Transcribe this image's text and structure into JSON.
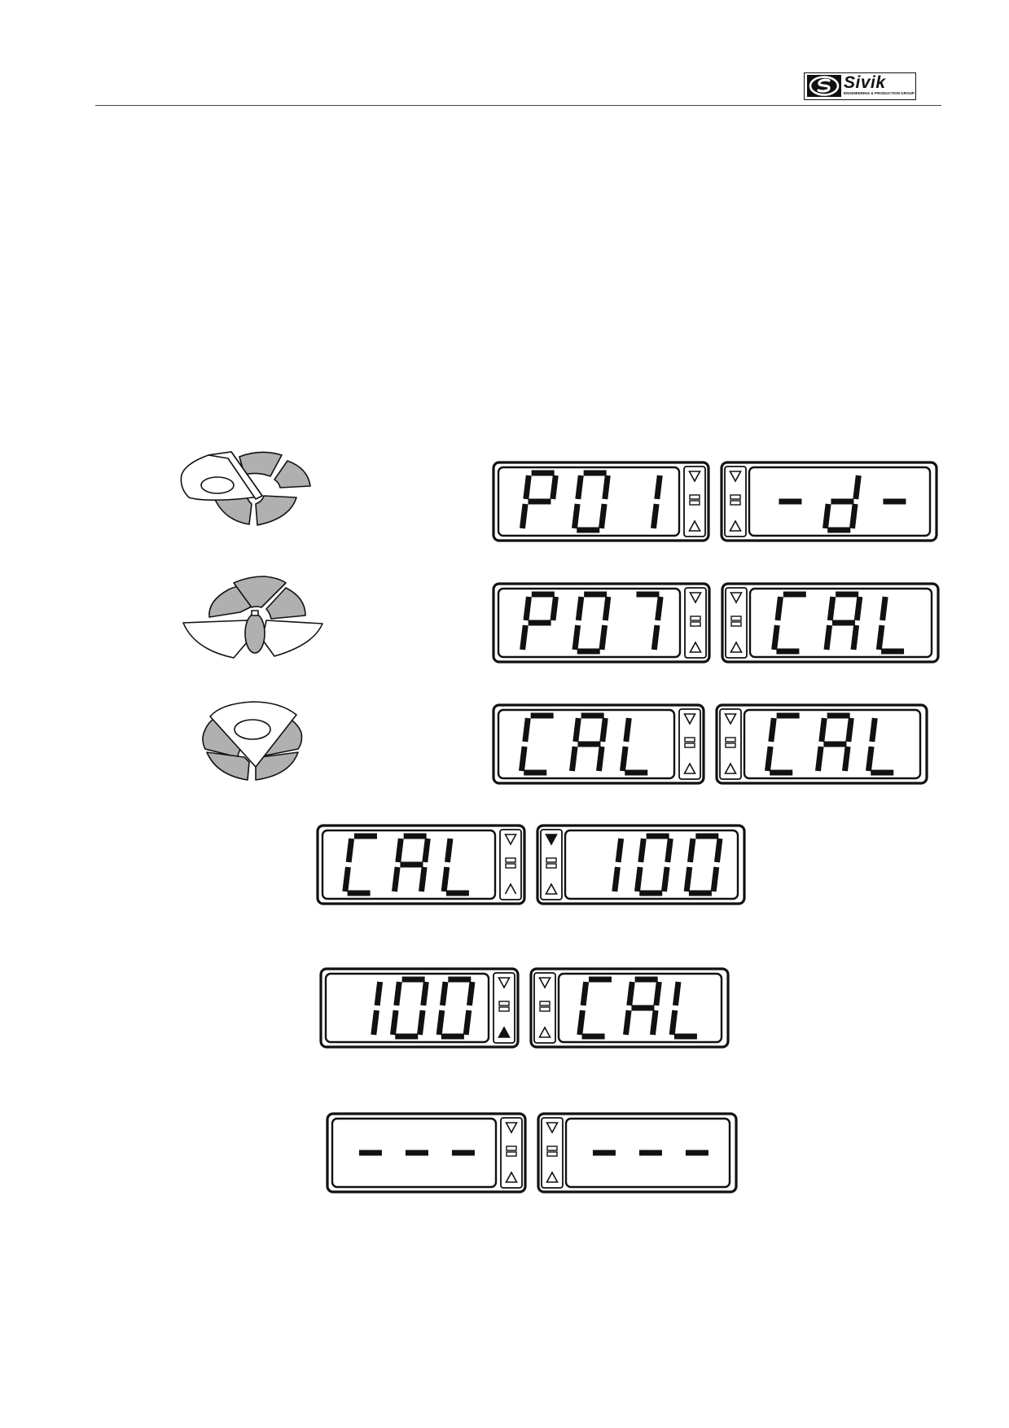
{
  "logo": {
    "name": "Sivik",
    "tagline": "ENGINEERING & PRODUCTION GROUP"
  },
  "colors": {
    "ink": "#111111",
    "key_gray": "#b0b0b0",
    "key_white": "#ffffff"
  },
  "keypad_icons": [
    {
      "pressed": "left-key",
      "icon": "keypad-left-key-pressed-icon"
    },
    {
      "pressed": "left-right-keys",
      "icon": "keypad-left-right-keys-pressed-icon"
    },
    {
      "pressed": "top-key",
      "icon": "keypad-top-key-pressed-icon"
    }
  ],
  "display_rows": [
    {
      "left": {
        "text": "P01",
        "down": "outline",
        "up": "outline"
      },
      "right": {
        "text": "-d-",
        "down": "outline",
        "up": "outline"
      }
    },
    {
      "left": {
        "text": "P07",
        "down": "outline",
        "up": "outline"
      },
      "right": {
        "text": "CAL",
        "down": "outline",
        "up": "outline"
      }
    },
    {
      "left": {
        "text": "CAL",
        "down": "outline",
        "up": "outline"
      },
      "right": {
        "text": "CAL",
        "down": "outline",
        "up": "outline"
      }
    },
    {
      "left": {
        "text": "CAL",
        "down": "outline",
        "up": "caret"
      },
      "right": {
        "text": "100",
        "down": "filled",
        "up": "outline"
      }
    },
    {
      "left": {
        "text": "100",
        "down": "outline",
        "up": "filled"
      },
      "right": {
        "text": "CAL",
        "down": "outline",
        "up": "outline"
      }
    },
    {
      "left": {
        "text": "---",
        "down": "outline",
        "up": "outline"
      },
      "right": {
        "text": "---",
        "down": "outline",
        "up": "outline"
      }
    }
  ]
}
